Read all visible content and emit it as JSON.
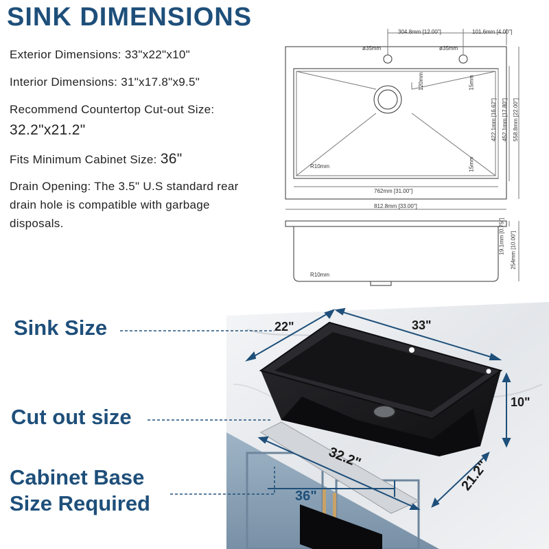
{
  "title": "SINK DIMENSIONS",
  "specs": {
    "exterior_label": "Exterior Dimensions: 33\"x22\"x10\"",
    "interior_label": "Interior Dimensions: 31\"x17.8\"x9.5\"",
    "cutout_label": "Recommend Countertop Cut-out Size:",
    "cutout_value": "32.2\"x21.2\"",
    "cabinet_label": "Fits Minimum Cabinet Size:",
    "cabinet_value": "36\"",
    "drain_line1": "Drain Opening: The 3.5\" U.S standard rear",
    "drain_line2": "drain hole is compatible with garbage",
    "drain_line3": "disposals."
  },
  "drawing": {
    "hole_spacing": "304.8mm  [12.00\"]",
    "edge_offset": "101.6mm  [4.00\"]",
    "hole_dia_left": "ø35mm",
    "hole_dia_right": "ø35mm",
    "drain_offset": "120mm",
    "rim_top": "15mm",
    "rim_bottom": "15mm",
    "corner_radius": "R10mm",
    "interior_width": "762mm  [31.00\"]",
    "exterior_width": "812.8mm  [33.00\"]",
    "interior_depth_a": "422.1mm [16.62\"]",
    "interior_depth_b": "452.1mm [17.80\"]",
    "exterior_depth": "558.8mm [22.00\"]",
    "flange_height": "19.1mm  [0.75\"]",
    "total_height": "254mm  [10.00\"]",
    "side_radius": "R10mm"
  },
  "photo": {
    "callout_sink": "Sink Size",
    "callout_cutout": "Cut out size",
    "callout_cabinet_1": "Cabinet Base",
    "callout_cabinet_2": "Size Required",
    "dim_22": "22\"",
    "dim_33": "33\"",
    "dim_10": "10\"",
    "dim_322": "32.2\"",
    "dim_212": "21.2\"",
    "dim_36": "36\""
  },
  "colors": {
    "accent": "#1e4f7a",
    "sink": "#1b1b1d",
    "cabinet": "#8fa6ba",
    "counter": "#e6e8eb"
  }
}
